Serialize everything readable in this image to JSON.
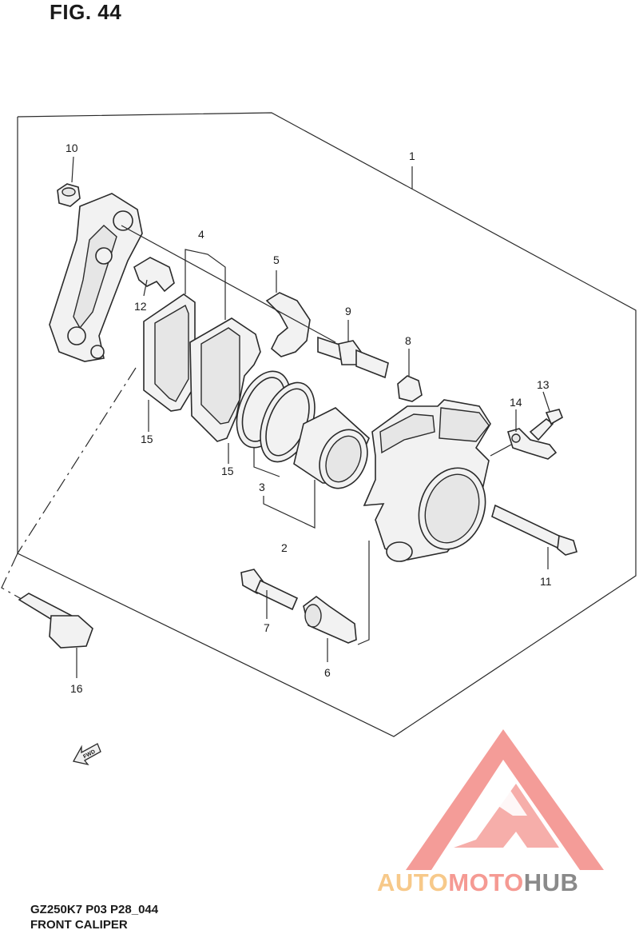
{
  "figure": {
    "title": "FIG. 44"
  },
  "callouts": {
    "c1": "1",
    "c2": "2",
    "c3": "3",
    "c4": "4",
    "c5": "5",
    "c6": "6",
    "c7": "7",
    "c8": "8",
    "c9": "9",
    "c10": "10",
    "c11": "11",
    "c12": "12",
    "c13": "13",
    "c14": "14",
    "c15a": "15",
    "c15b": "15",
    "c16": "16"
  },
  "fwd_label": "FWD",
  "footer": {
    "code": "GZ250K7 P03 P28_044",
    "name": "FRONT CALIPER"
  },
  "watermark": {
    "part1": "AUTO",
    "part2": "MOTO",
    "part3": "HUB",
    "colors": {
      "auto": "#f7c98a",
      "moto": "#f59a93",
      "hub": "#8a8a8a",
      "logo": "#f28b86"
    }
  }
}
